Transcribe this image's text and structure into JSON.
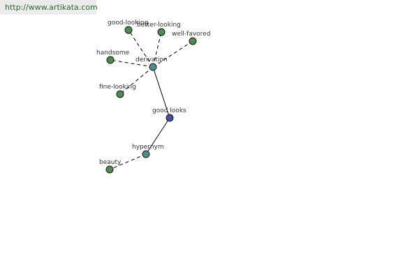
{
  "header": {
    "url": "http://www.artikata.com"
  },
  "colors": {
    "leaf": "#4f8b4f",
    "relation": "#4a8f8c",
    "center": "#3f51a5",
    "stroke": "#1a1a1a",
    "edge": "#000000"
  },
  "graph": {
    "nodes": [
      {
        "id": "good-looks",
        "label": "good looks",
        "kind": "center"
      },
      {
        "id": "derivation",
        "label": "derivation",
        "kind": "relation"
      },
      {
        "id": "hypernym",
        "label": "hypernym",
        "kind": "relation"
      },
      {
        "id": "good-looking",
        "label": "good-looking",
        "kind": "leaf"
      },
      {
        "id": "better-looking",
        "label": "better-looking",
        "kind": "leaf"
      },
      {
        "id": "well-favored",
        "label": "well-favored",
        "kind": "leaf"
      },
      {
        "id": "handsome",
        "label": "handsome",
        "kind": "leaf"
      },
      {
        "id": "fine-looking",
        "label": "fine-looking",
        "kind": "leaf"
      },
      {
        "id": "beauty",
        "label": "beauty",
        "kind": "leaf"
      }
    ],
    "edges": [
      {
        "from": "good-looks",
        "to": "derivation",
        "style": "solid"
      },
      {
        "from": "good-looks",
        "to": "hypernym",
        "style": "solid"
      },
      {
        "from": "derivation",
        "to": "good-looking",
        "style": "dashed"
      },
      {
        "from": "derivation",
        "to": "better-looking",
        "style": "dashed"
      },
      {
        "from": "derivation",
        "to": "well-favored",
        "style": "dashed"
      },
      {
        "from": "derivation",
        "to": "handsome",
        "style": "dashed"
      },
      {
        "from": "derivation",
        "to": "fine-looking",
        "style": "dashed"
      },
      {
        "from": "hypernym",
        "to": "beauty",
        "style": "dashed"
      }
    ]
  }
}
